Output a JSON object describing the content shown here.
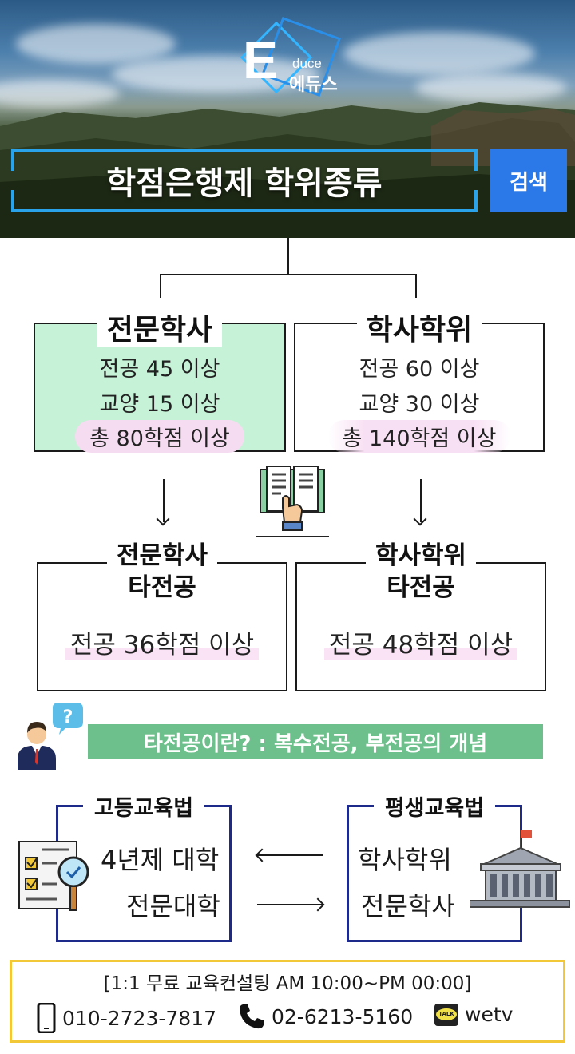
{
  "logo": {
    "letter": "E",
    "suffix": "duce",
    "korean_name": "에듀스"
  },
  "header": {
    "title": "학점은행제 학위종류",
    "search_label": "검색"
  },
  "degrees": [
    {
      "title": "전문학사",
      "major": "전공 45 이상",
      "general": "교양 15 이상",
      "total": "총 80학점 이상",
      "bg": "#c6f2d7"
    },
    {
      "title": "학사학위",
      "major": "전공 60 이상",
      "general": "교양 30 이상",
      "total": "총 140학점 이상",
      "bg": "#ffffff"
    }
  ],
  "other_majors": [
    {
      "title_line1": "전문학사",
      "title_line2": "타전공",
      "requirement": "전공 36학점 이상"
    },
    {
      "title_line1": "학사학위",
      "title_line2": "타전공",
      "requirement": "전공 48학점 이상"
    }
  ],
  "concept": {
    "banner": "타전공이란? : 복수전공, 부전공의 개념",
    "bubble": "?"
  },
  "laws": [
    {
      "title": "고등교육법",
      "items": [
        "4년제 대학",
        "전문대학"
      ]
    },
    {
      "title": "평생교육법",
      "items": [
        "학사학위",
        "전문학사"
      ]
    }
  ],
  "contact": {
    "hours": "[1:1 무료 교육컨설팅 AM 10:00~PM 00:00]",
    "mobile": "010-2723-7817",
    "phone": "02-6213-5160",
    "kakao_badge": "TALK",
    "kakao_id": "wetv"
  },
  "colors": {
    "accent_blue": "#2b79e8",
    "bracket_blue": "#2aa3ea",
    "banner_green": "#6dbf8c",
    "law_navy": "#1e2a8a",
    "contact_yellow": "#f2c838",
    "highlight_pink": "#f6dcf1"
  },
  "icons": [
    "book-hand-icon",
    "businessman-question-icon",
    "checklist-magnifier-icon",
    "government-building-icon",
    "mobile-phone-icon",
    "telephone-icon",
    "kakaotalk-icon"
  ]
}
